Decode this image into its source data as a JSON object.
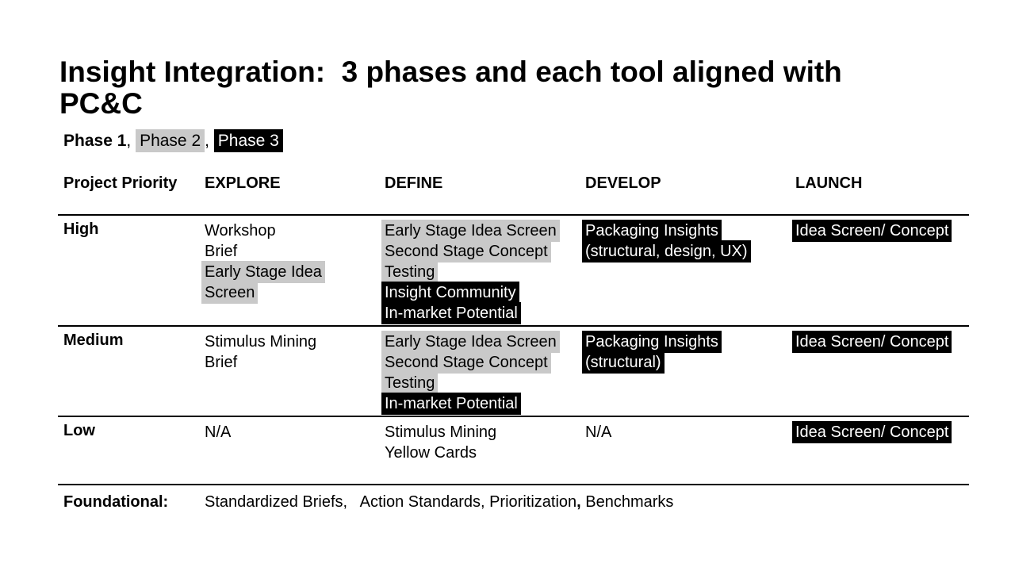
{
  "slide": {
    "title": "Insight Integration:  3 phases and each tool aligned with PC&C",
    "legend": [
      {
        "text": "Phase 1",
        "bold": true,
        "highlight": "none"
      },
      {
        "text": ", ",
        "bold": false,
        "highlight": "none"
      },
      {
        "text": "Phase 2",
        "bold": false,
        "highlight": "gray"
      },
      {
        "text": ", ",
        "bold": false,
        "highlight": "none"
      },
      {
        "text": "Phase 3",
        "bold": false,
        "highlight": "black"
      }
    ],
    "colors": {
      "background": "#ffffff",
      "text": "#000000",
      "highlight_gray": "#c9c9c9",
      "highlight_black": "#000000",
      "highlight_black_text": "#ffffff",
      "rule": "#000000"
    },
    "table": {
      "columns": [
        "Project Priority",
        "EXPLORE",
        "DEFINE",
        "DEVELOP",
        "LAUNCH"
      ],
      "rows": [
        {
          "priority": "High",
          "explore": [
            {
              "text": "Workshop",
              "highlight": "none"
            },
            {
              "text": "Brief",
              "highlight": "none"
            },
            {
              "text": "Early Stage Idea Screen",
              "highlight": "gray"
            }
          ],
          "define": [
            {
              "text": "Early Stage Idea Screen",
              "highlight": "gray"
            },
            {
              "text": "Second Stage Concept Testing",
              "highlight": "gray"
            },
            {
              "text": "Insight Community",
              "highlight": "black"
            },
            {
              "text": "In-market Potential",
              "highlight": "black"
            }
          ],
          "develop": [
            {
              "text": "Packaging Insights (structural, design, UX)",
              "highlight": "black"
            }
          ],
          "launch": [
            {
              "text": "Idea Screen/ Concept",
              "highlight": "black"
            }
          ]
        },
        {
          "priority": "Medium",
          "explore": [
            {
              "text": "Stimulus Mining",
              "highlight": "none"
            },
            {
              "text": "Brief",
              "highlight": "none"
            }
          ],
          "define": [
            {
              "text": "Early Stage Idea Screen",
              "highlight": "gray"
            },
            {
              "text": "Second Stage Concept Testing",
              "highlight": "gray"
            },
            {
              "text": "In-market Potential",
              "highlight": "black"
            }
          ],
          "develop": [
            {
              "text": "Packaging Insights (structural)",
              "highlight": "black"
            }
          ],
          "launch": [
            {
              "text": "Idea Screen/ Concept",
              "highlight": "black"
            }
          ]
        },
        {
          "priority": "Low",
          "explore": [
            {
              "text": "N/A",
              "highlight": "none"
            }
          ],
          "define": [
            {
              "text": "Stimulus Mining",
              "highlight": "none"
            },
            {
              "text": "Yellow Cards",
              "highlight": "none"
            }
          ],
          "develop": [
            {
              "text": "N/A",
              "highlight": "none"
            }
          ],
          "launch": [
            {
              "text": "Idea Screen/ Concept",
              "highlight": "black"
            }
          ]
        }
      ],
      "foundational": {
        "label": "Foundational:",
        "segments": [
          {
            "text": "Standardized Briefs,   Action Standards, Prioritization",
            "bold": false
          },
          {
            "text": ",",
            "bold": true
          },
          {
            "text": " Benchmarks",
            "bold": false
          }
        ]
      }
    }
  }
}
